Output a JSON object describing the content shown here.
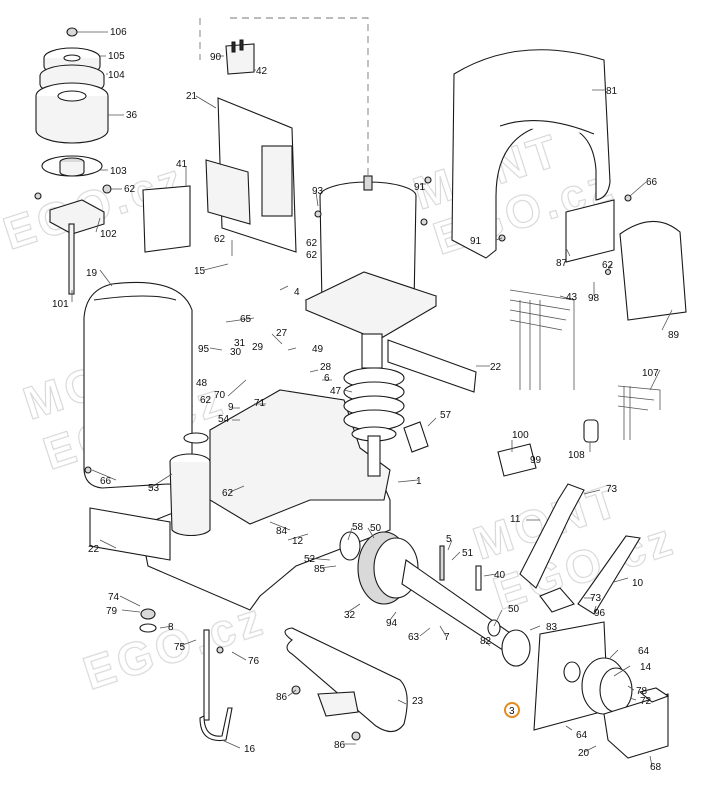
{
  "watermark": {
    "line1": "MONT",
    "line2": "EGO.cz"
  },
  "highlight_color": "#e58a1f",
  "labels": {
    "p106": "106",
    "p105": "105",
    "p104": "104",
    "p36": "36",
    "p103": "103",
    "p62a": "62",
    "p102": "102",
    "p19": "19",
    "p101": "101",
    "p90": "90",
    "p42": "42",
    "p21": "21",
    "p41": "41",
    "p93": "93",
    "p91a": "91",
    "p91b": "91",
    "p81": "81",
    "p66a": "66",
    "p87": "87",
    "p62b": "62",
    "p62c": "62",
    "p62d": "62",
    "p15": "15",
    "p62e": "62",
    "p98": "98",
    "p89": "89",
    "p43": "43",
    "p4": "4",
    "p65": "65",
    "p27": "27",
    "p95": "95",
    "p31": "31",
    "p30": "30",
    "p29": "29",
    "p49": "49",
    "p28": "28",
    "p6": "6",
    "p48": "48",
    "p47": "47",
    "p22a": "22",
    "p107": "107",
    "p70": "70",
    "p62f": "62",
    "p9": "9",
    "p71": "71",
    "p54": "54",
    "p57": "57",
    "p100": "100",
    "p99": "99",
    "p108": "108",
    "p66b": "66",
    "p53": "53",
    "p62g": "62",
    "p1": "1",
    "p73a": "73",
    "p11": "11",
    "p84": "84",
    "p12": "12",
    "p58": "58",
    "p50a": "50",
    "p22b": "22",
    "p52": "52",
    "p85": "85",
    "p5": "5",
    "p51": "51",
    "p40": "40",
    "p10": "10",
    "p73b": "73",
    "p96": "96",
    "p74": "74",
    "p79": "79",
    "p8": "8",
    "p32": "32",
    "p94": "94",
    "p63": "63",
    "p7": "7",
    "p50b": "50",
    "p83": "83",
    "p75": "75",
    "p76": "76",
    "p82": "82",
    "p64a": "64",
    "p14": "14",
    "p86a": "86",
    "p23": "23",
    "p3": "3",
    "p78": "78",
    "p72": "72",
    "p64b": "64",
    "p16": "16",
    "p86b": "86",
    "p20": "20",
    "p68": "68"
  }
}
